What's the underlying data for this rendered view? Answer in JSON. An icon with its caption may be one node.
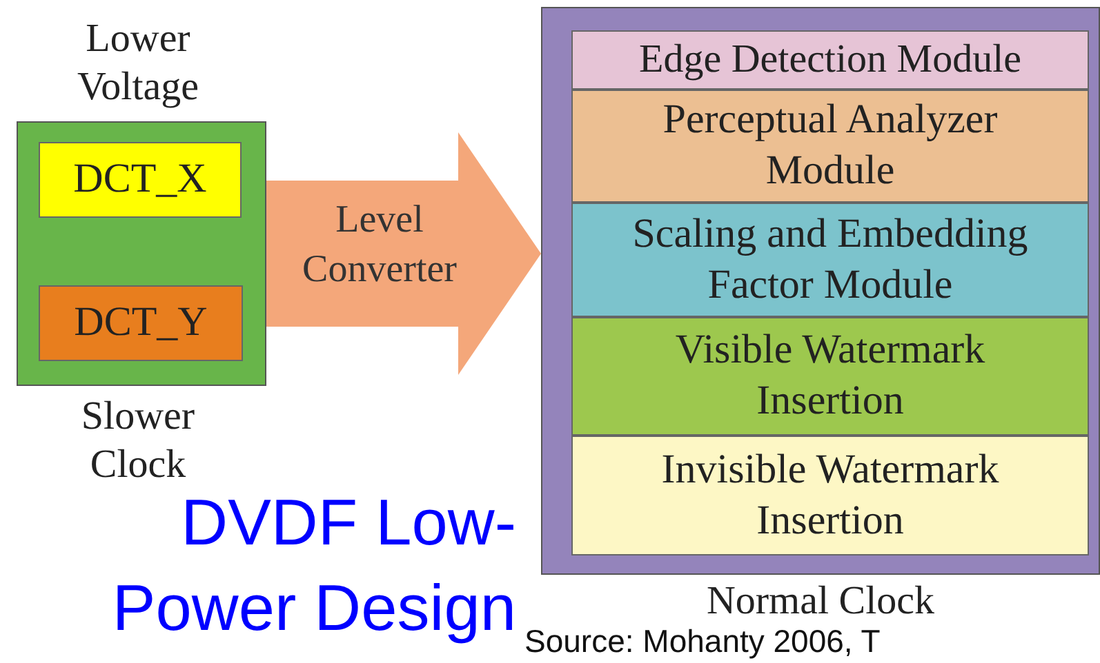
{
  "diagram": {
    "nodes": [
      {
        "text": [
          "Lower Voltage",
          "Slower Clock"
        ]
      },
      {
        "text": [
          "DCT_X"
        ],
        "in": 0
      },
      {
        "text": [
          "DCT_Y"
        ],
        "in": 0
      },
      {
        "text": [
          "Normal Clock"
        ]
      },
      {
        "text": [
          "Edge Detection Module"
        ],
        "in": 3
      },
      {
        "text": [
          "Perceptual Analyzer Module"
        ],
        "in": 3
      },
      {
        "text": [
          "Scaling and Embedding Factor Module"
        ],
        "in": 3
      },
      {
        "text": [
          "Visible Watermark Insertion"
        ],
        "in": 3
      },
      {
        "text": [
          "Invisible Watermark Insertion"
        ],
        "in": 3
      }
    ],
    "edges": [
      {
        "from": 0,
        "to": 3,
        "arrow": "to",
        "label": "Level Converter",
        "style": "thick",
        "color": "#f4a77a"
      }
    ],
    "labels": [
      "DVDF Low-Power Design",
      "Source: Mohanty 2006, T"
    ]
  }
}
